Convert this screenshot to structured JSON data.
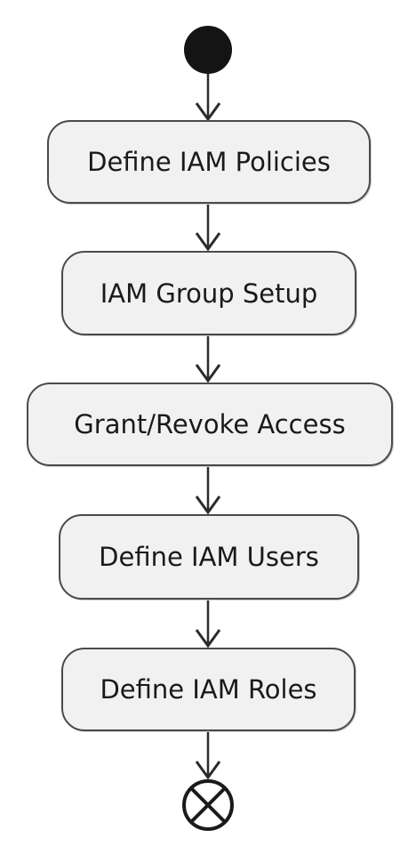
{
  "diagram": {
    "type": "activity",
    "start": "initial-node",
    "end": "flow-final-node",
    "steps": [
      {
        "label": "Define IAM Policies"
      },
      {
        "label": "IAM Group Setup"
      },
      {
        "label": "Grant/Revoke Access"
      },
      {
        "label": "Define IAM Users"
      },
      {
        "label": "Define IAM Roles"
      }
    ],
    "edges": [
      [
        "initial-node",
        "step-0"
      ],
      [
        "step-0",
        "step-1"
      ],
      [
        "step-1",
        "step-2"
      ],
      [
        "step-2",
        "step-3"
      ],
      [
        "step-3",
        "step-4"
      ],
      [
        "step-4",
        "flow-final-node"
      ]
    ]
  },
  "colors": {
    "stroke": "#2b2b2b",
    "node_fill": "#f1f1f1",
    "node_border": "#4a4a4a",
    "start_fill": "#141414",
    "background": "#ffffff"
  }
}
